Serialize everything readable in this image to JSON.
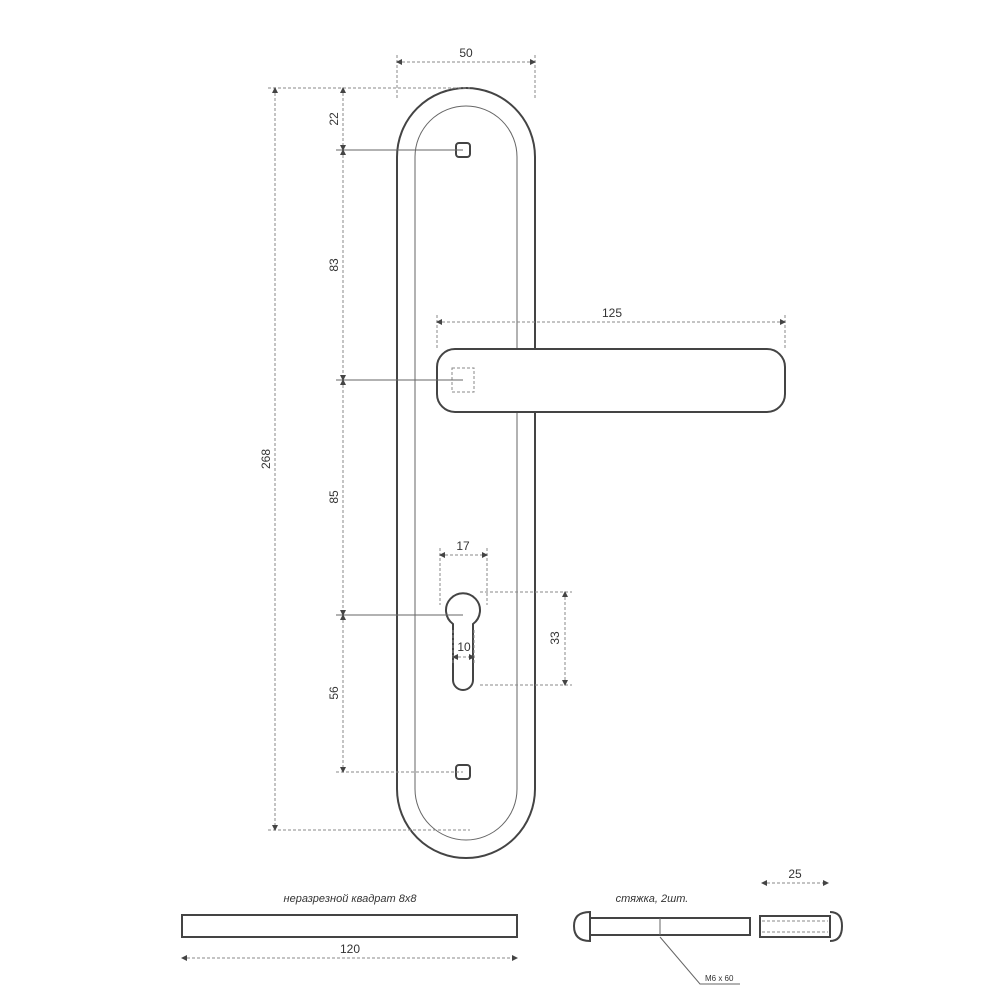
{
  "dimensions": {
    "plate_width": "50",
    "total_height": "268",
    "top_to_hole": "22",
    "hole_to_handle": "83",
    "handle_to_cylinder": "85",
    "cylinder_to_hole": "56",
    "handle_length": "125",
    "cylinder_width": "17",
    "cylinder_height": "33",
    "slot_width": "10",
    "spindle_length": "120",
    "sleeve_length": "25"
  },
  "labels": {
    "spindle": "неразрезной квадрат 8х8",
    "screws": "стяжка, 2шт.",
    "screw_size": "М6 х 60"
  }
}
